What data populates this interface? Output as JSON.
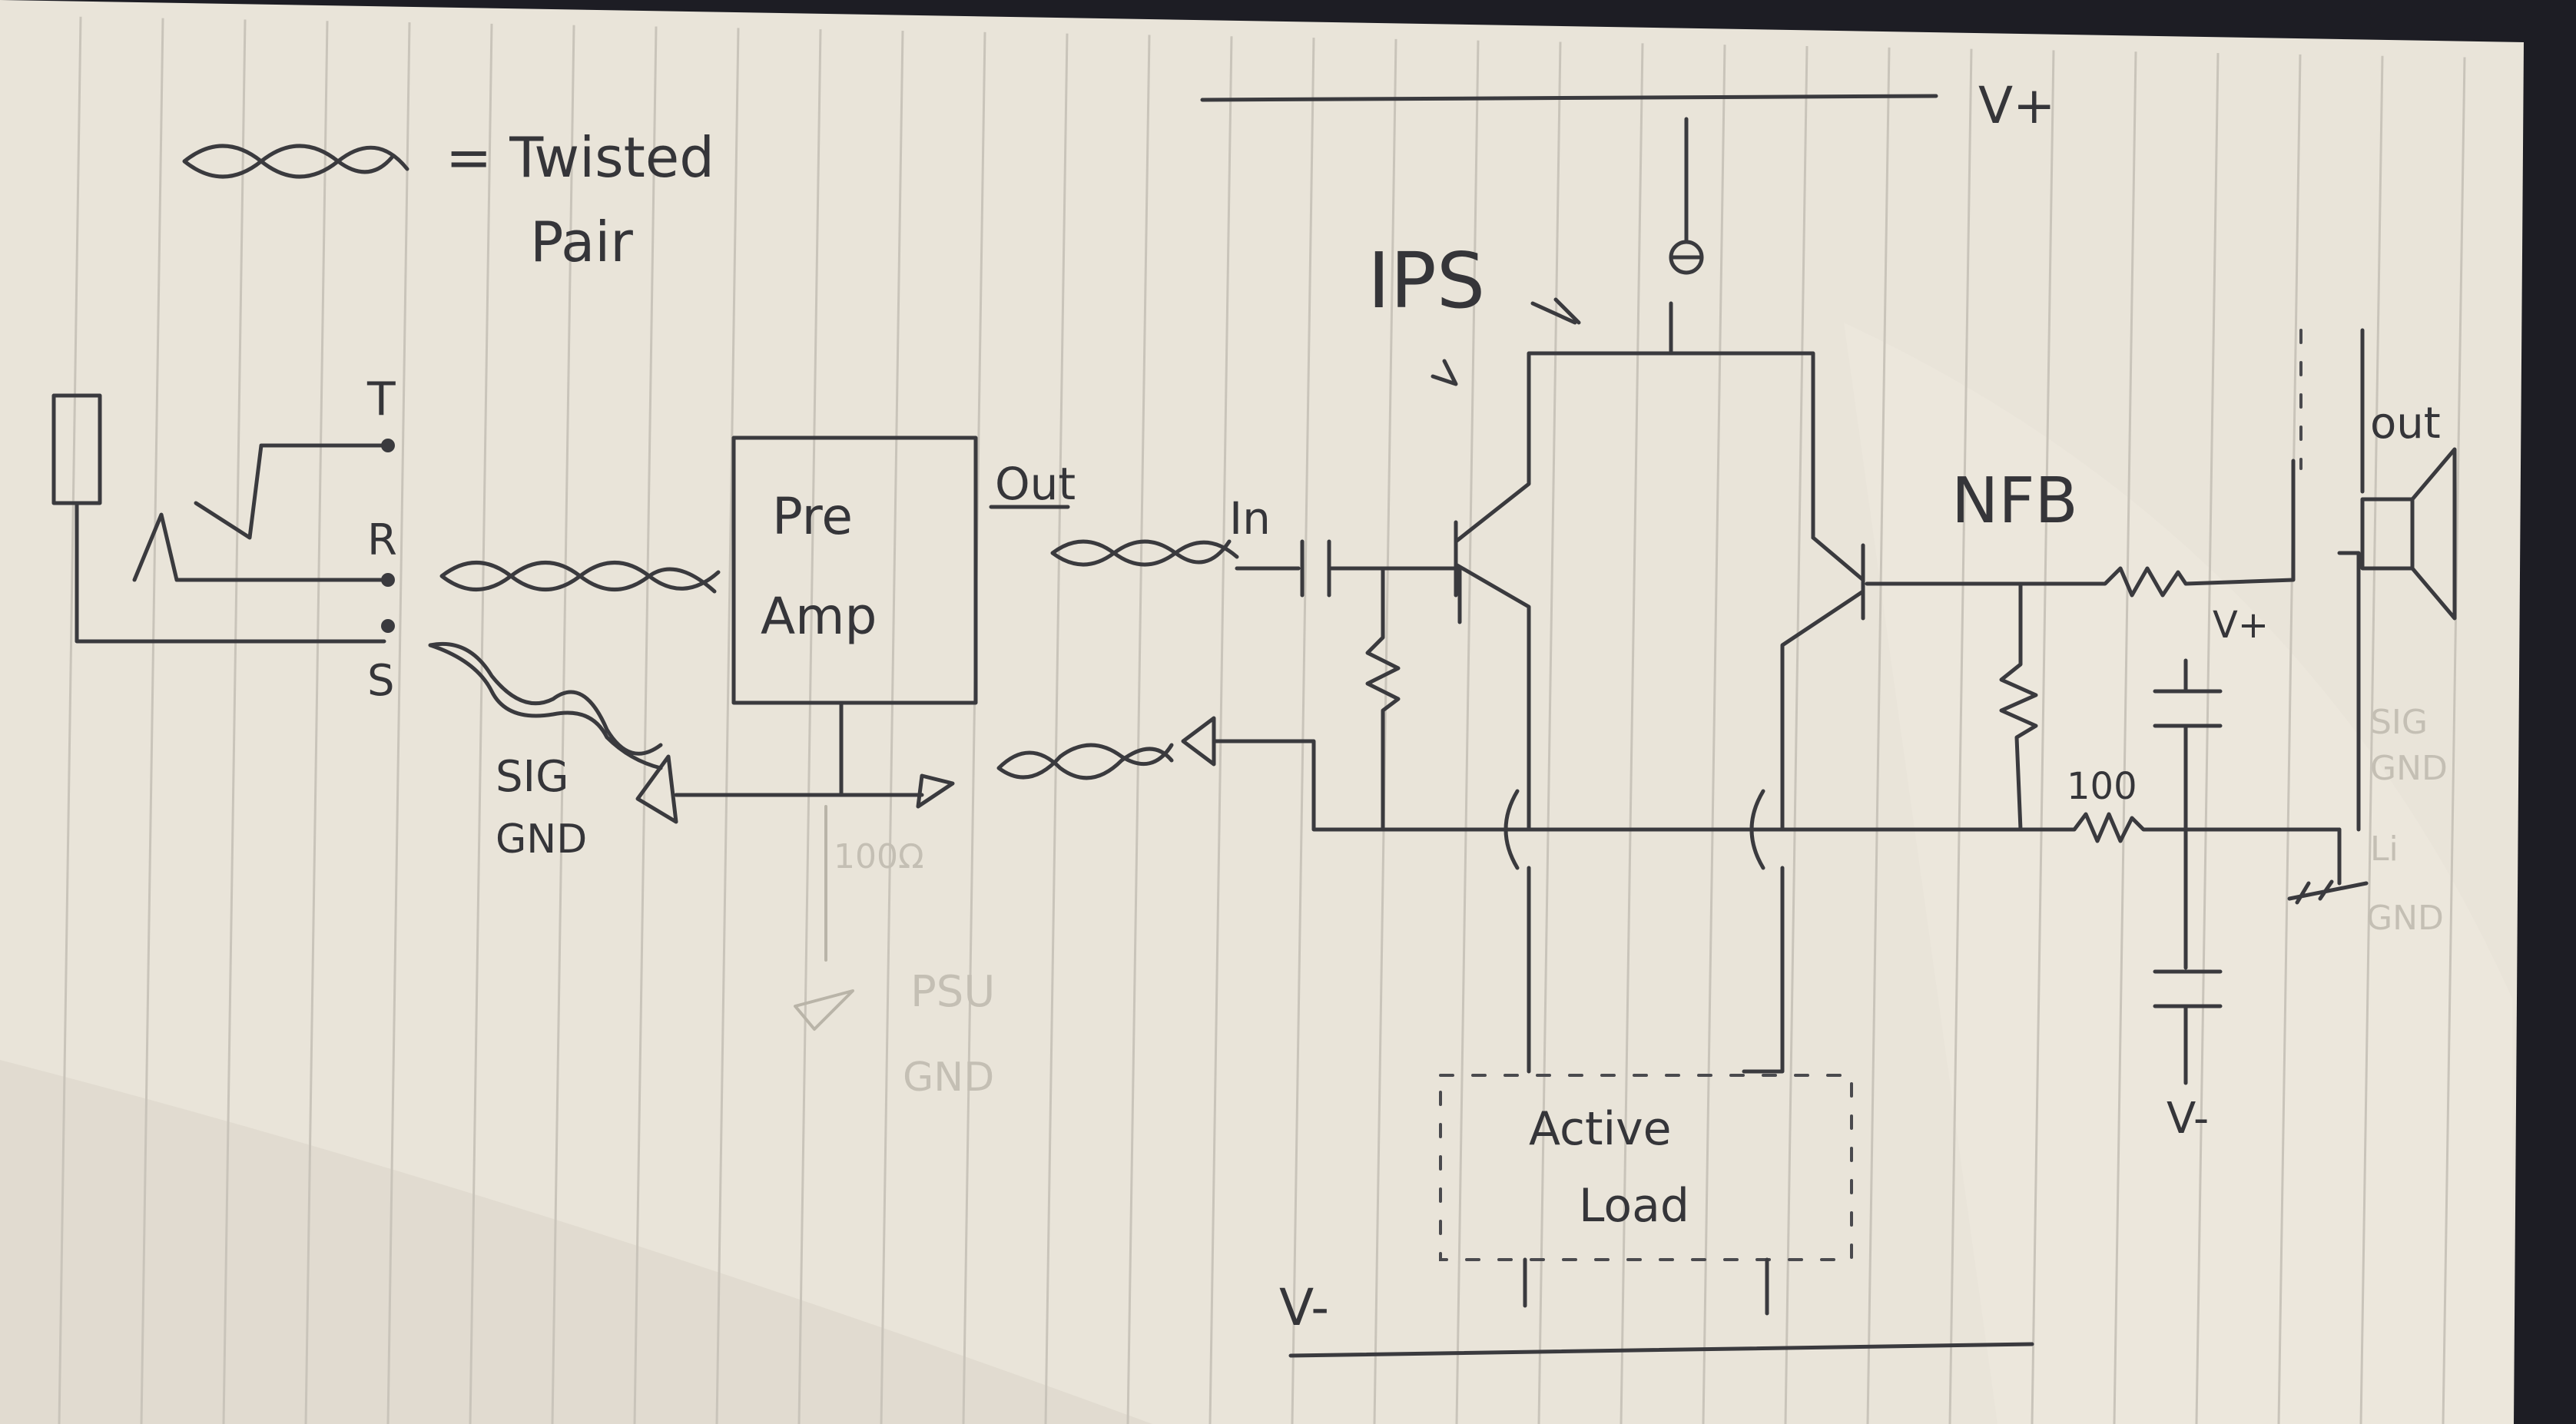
{
  "legend": {
    "label_line1": "= Twisted",
    "label_line2": "Pair"
  },
  "jack": {
    "tip": "T",
    "ring": "R",
    "sleeve": "S"
  },
  "signal_ground": {
    "line1": "SIG",
    "line2": "GND"
  },
  "preamp": {
    "line1": "Pre",
    "line2": "Amp",
    "output": "Out"
  },
  "power_amp": {
    "input": "In",
    "input_stage": "IPS",
    "feedback": "NFB",
    "active_load_line1": "Active",
    "active_load_line2": "Load"
  },
  "rails": {
    "positive": "V+",
    "negative": "V-",
    "cap_positive": "V+",
    "cap_negative": "V-"
  },
  "resistor": {
    "ground_resistor": "100"
  },
  "speaker": {
    "output": "out"
  },
  "faint_notes": {
    "resistor": "100Ω",
    "psu_line1": "PSU",
    "psu_line2": "GND",
    "right_line1": "SIG",
    "right_line2": "GND",
    "right_line3": "Li",
    "right_line4": "GND"
  }
}
